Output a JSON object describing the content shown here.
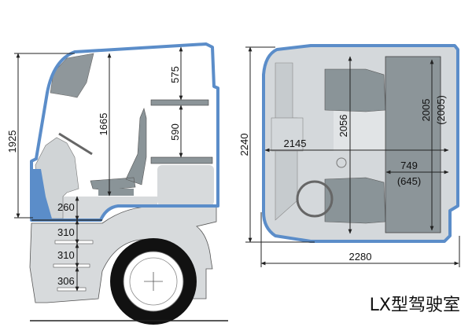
{
  "title": "LX型驾驶室",
  "colors": {
    "cab_outline": "#5b8dc9",
    "interior": "#d4d8db",
    "bunk": "#8c9599",
    "seat": "#7f8b90",
    "line": "#222222"
  },
  "side_view": {
    "overall_height": "1925",
    "interior_height": "1665",
    "upper_bunk_clearance": "575",
    "bunk_spacing": "590",
    "steps": [
      "260",
      "310",
      "310",
      "306"
    ]
  },
  "top_view": {
    "overall_width": "2240",
    "overall_length": "2280",
    "interior_length": "2145",
    "interior_width": "2056",
    "bunk_length": "2005",
    "bunk_length_alt": "(2005)",
    "bunk_width": "749",
    "bunk_width_alt": "(645)"
  }
}
